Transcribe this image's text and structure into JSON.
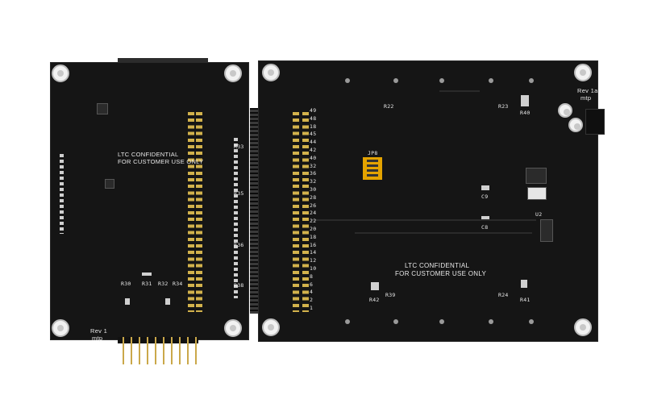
{
  "left_board": {
    "confidential_text": [
      "LTC CONFIDENTIAL",
      "FOR CUSTOMER USE ONLY"
    ],
    "revision": [
      "Rev 1",
      "mtp"
    ],
    "ref_labels": [
      "R33",
      "R35",
      "R36",
      "R38",
      "R30",
      "R31",
      "R32",
      "R34"
    ]
  },
  "right_board": {
    "confidential_text": [
      "LTC CONFIDENTIAL",
      "FOR CUSTOMER USE ONLY"
    ],
    "revision": [
      "Rev 1a",
      "mtp"
    ],
    "dip_label": "JP8",
    "pin_numbers": [
      "49",
      "48",
      "18",
      "45",
      "44",
      "42",
      "40",
      "32",
      "36",
      "32",
      "30",
      "28",
      "26",
      "24",
      "22",
      "20",
      "18",
      "16",
      "14",
      "12",
      "10",
      "8",
      "6",
      "4",
      "2",
      "1"
    ],
    "ref_labels": [
      "R22",
      "R23",
      "R40",
      "R42",
      "R41",
      "R24",
      "R39",
      "C9",
      "C8",
      "U2"
    ]
  }
}
